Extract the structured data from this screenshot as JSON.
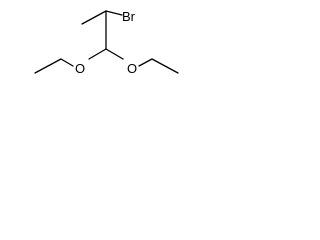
{
  "molecule": {
    "atoms": {
      "bromine": "Br",
      "oxygen_left": "O",
      "oxygen_right": "O"
    }
  }
}
